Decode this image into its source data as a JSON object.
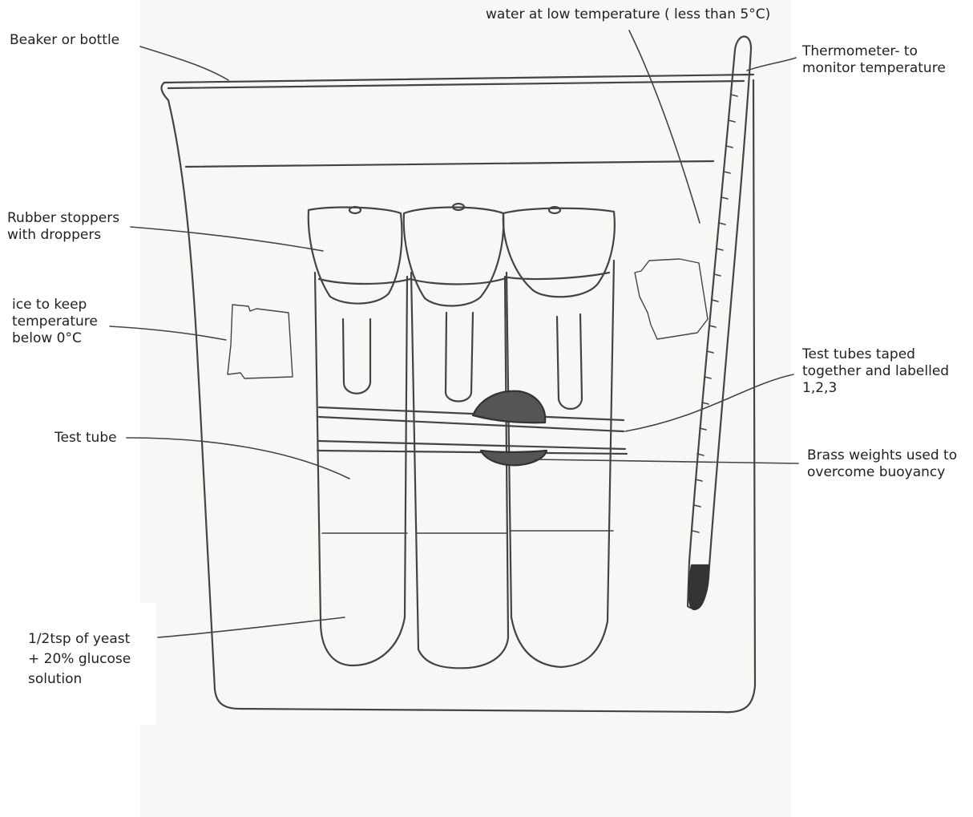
{
  "diagram": {
    "labels": {
      "water": "water at low temperature ( less than 5°C)",
      "beaker": "Beaker or bottle",
      "thermometer": [
        "Thermometer- to",
        "monitor temperature"
      ],
      "stoppers": [
        "Rubber stoppers",
        "with droppers"
      ],
      "ice": [
        "ice to keep",
        "temperature",
        "below 0°C"
      ],
      "test_tubes_taped": [
        "Test tubes taped",
        "together and labelled",
        "1,2,3"
      ],
      "test_tube": "Test tube",
      "brass_weights": [
        "Brass weights used to",
        "overcome buoyancy"
      ],
      "yeast": [
        "1/2tsp of yeast",
        "+ 20% glucose",
        "solution"
      ]
    },
    "colors": {
      "pencil": "#444444",
      "paper": "#f7f7f5",
      "text": "#222222"
    }
  }
}
